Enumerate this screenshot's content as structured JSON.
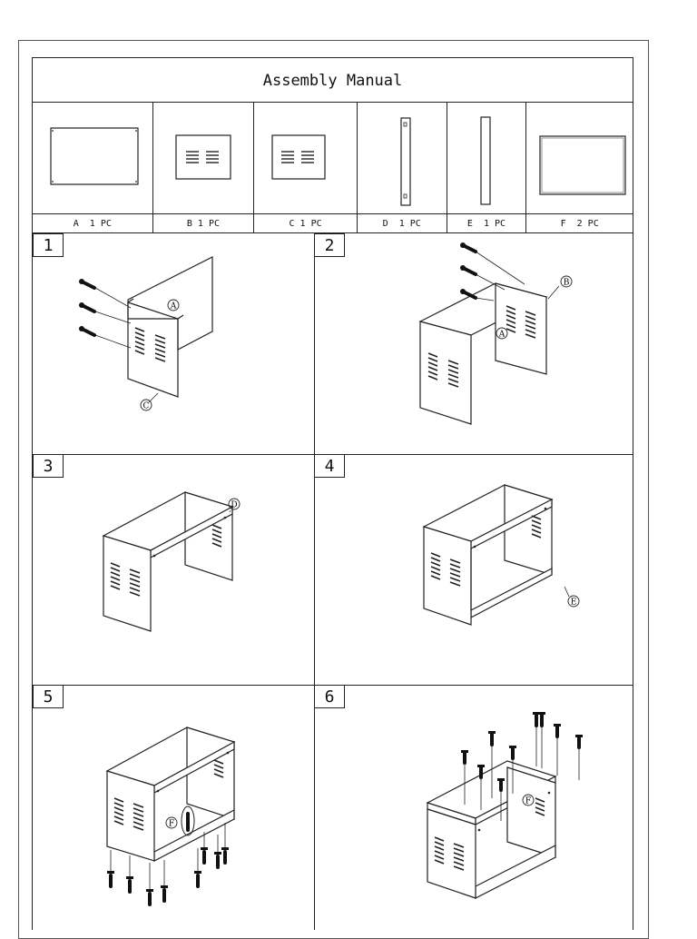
{
  "title": "Assembly Manual",
  "parts": [
    {
      "label": "A  1 PC"
    },
    {
      "label": "B 1 PC"
    },
    {
      "label": "C 1 PC"
    },
    {
      "label": "D  1 PC"
    },
    {
      "label": "E  1 PC"
    },
    {
      "label": "F  2 PC"
    }
  ],
  "steps": [
    {
      "number": "1",
      "callouts": [
        "A",
        "C"
      ]
    },
    {
      "number": "2",
      "callouts": [
        "B",
        "A"
      ]
    },
    {
      "number": "3",
      "callouts": [
        "D"
      ]
    },
    {
      "number": "4",
      "callouts": [
        "E"
      ]
    },
    {
      "number": "5",
      "callouts": [
        "F"
      ]
    },
    {
      "number": "6",
      "callouts": [
        "F"
      ]
    }
  ]
}
